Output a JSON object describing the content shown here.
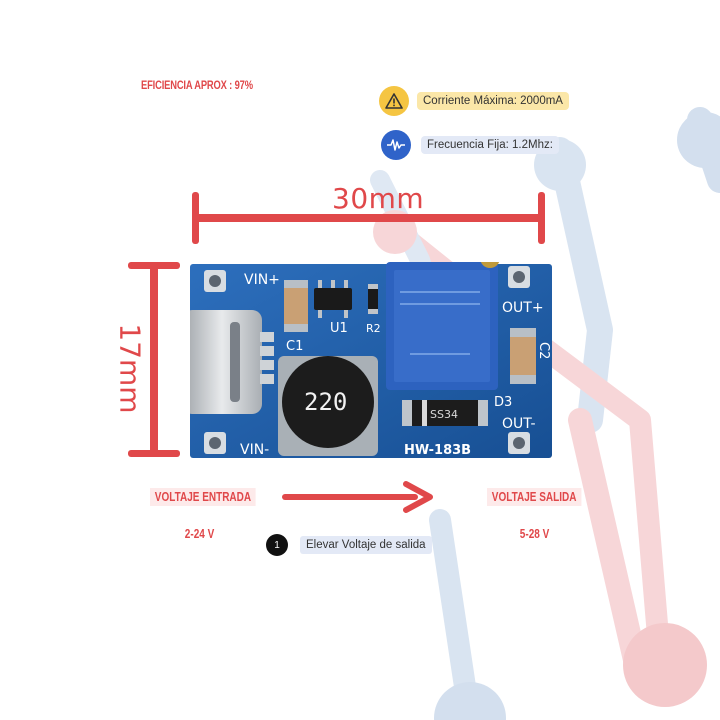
{
  "efficiency": "EFICIENCIA APROX : 97%",
  "specs": {
    "current": {
      "icon": "warning-icon",
      "label": "Corriente Máxima: 2000mA"
    },
    "frequency": {
      "icon": "pulse-wave-icon",
      "label": "Frecuencia Fija: 1.2Mhz:"
    }
  },
  "dimensions": {
    "width": "30mm",
    "height": "17mm"
  },
  "board": {
    "vin_plus": "VIN+",
    "vin_minus": "VIN-",
    "out_plus": "OUT+",
    "out_minus": "OUT-",
    "c1": "C1",
    "c2": "C2",
    "u1": "U1",
    "r2": "R2",
    "d3": "D3",
    "inductor": "220",
    "diode": "SS34",
    "model": "HW-183B"
  },
  "input": {
    "label": "VOLTAJE ENTRADA",
    "range": "2-24 V"
  },
  "output": {
    "label": "VOLTAJE SALIDA",
    "range": "5-28 V"
  },
  "step": {
    "number": "1",
    "text": "Elevar  Voltaje de salida"
  },
  "colors": {
    "accent": "#e0484a",
    "pcb": "#1f5fa8",
    "deco_blue": "#c9d8ea",
    "deco_red": "#f4c9cb"
  }
}
